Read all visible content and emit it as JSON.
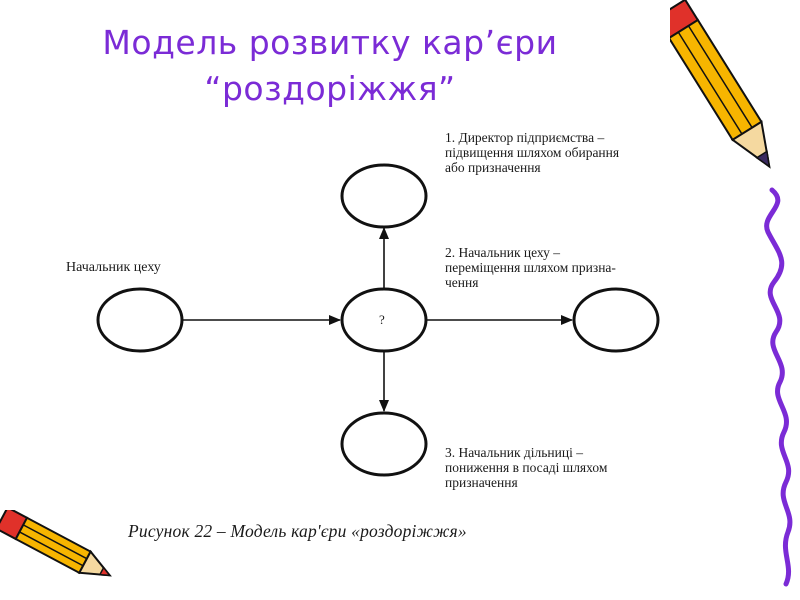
{
  "title": {
    "line1": "Модель розвитку кар’єри",
    "line2": "“роздоріжжя”"
  },
  "diagram": {
    "source_label": "Начальник цеху",
    "center_mark": "?",
    "options": [
      {
        "line1": "1. Директор підприємства –",
        "line2": "підвищення шляхом обирання",
        "line3": "або призначення"
      },
      {
        "line1": "2. Начальник цеху –",
        "line2": "переміщення шляхом призна-",
        "line3": "чення"
      },
      {
        "line1": "3. Начальник дільниці –",
        "line2": "пониження в посаді шляхом",
        "line3": "призначення"
      }
    ],
    "caption": "Рисунок 22 – Модель кар'єри «роздоріжжя»"
  },
  "colors": {
    "title": "#7b2bd6",
    "wavy_line": "#7b2bd6",
    "pencil_body": "#f7b500",
    "pencil_tip": "#e0312a"
  },
  "decor": {
    "top_right": "pencil-icon",
    "bottom_left": "pencil-icon",
    "right_edge": "wavy-line-decoration"
  }
}
